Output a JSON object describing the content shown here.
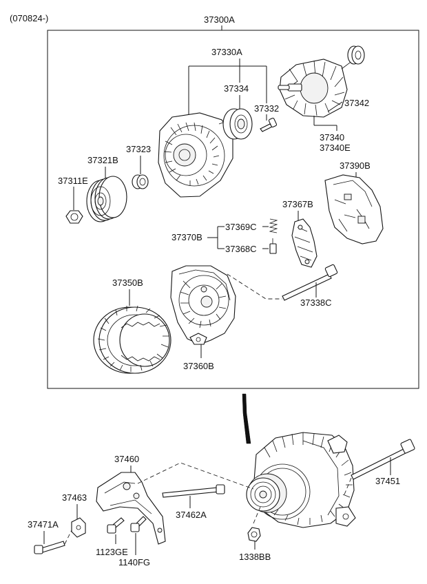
{
  "date_code": "(070824-)",
  "assembly_label": "37300A",
  "labels": {
    "p37330A": "37330A",
    "p37334": "37334",
    "p37332": "37332",
    "p37342": "37342",
    "p37340": "37340",
    "p37340E": "37340E",
    "p37323": "37323",
    "p37321B": "37321B",
    "p37311E": "37311E",
    "p37390B": "37390B",
    "p37367B": "37367B",
    "p37369C": "37369C",
    "p37370B": "37370B",
    "p37368C": "37368C",
    "p37350B": "37350B",
    "p37338C": "37338C",
    "p37360B": "37360B",
    "p37460": "37460",
    "p37463": "37463",
    "p37471A": "37471A",
    "p37462A": "37462A",
    "p1123GE": "1123GE",
    "p1140FG": "1140FG",
    "p1338BB": "1338BB",
    "p37451": "37451"
  }
}
